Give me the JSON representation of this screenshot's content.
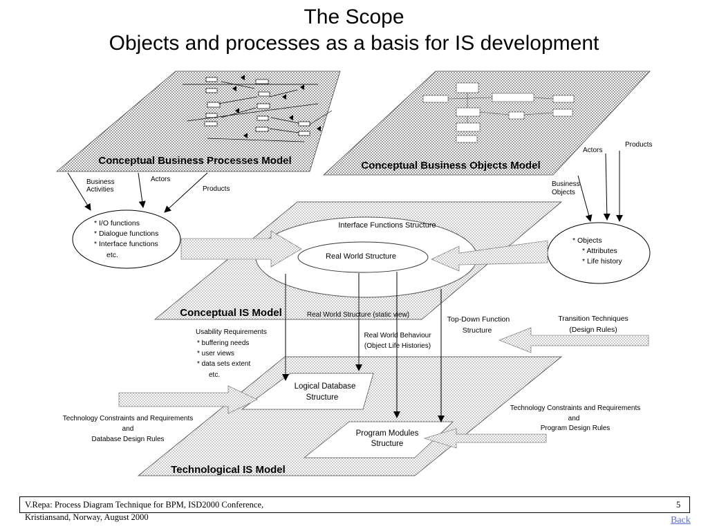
{
  "title": {
    "line1": "The Scope",
    "line2": "Objects and processes as a basis for IS development"
  },
  "planes": {
    "processes": "Conceptual Business Processes Model",
    "objects": "Conceptual Business Objects Model",
    "conceptual_is": "Conceptual IS Model",
    "technological_is": "Technological IS Model"
  },
  "labels": {
    "business_activities": [
      "Business",
      "Activities"
    ],
    "actors_left": "Actors",
    "products_left": "Products",
    "actors_right": "Actors",
    "products_right": "Products",
    "business_objects": [
      "Business",
      "Objects"
    ],
    "left_bubble": [
      "* I/O functions",
      "* Dialogue functions",
      "* Interface functions",
      "etc."
    ],
    "right_bubble": [
      "* Objects",
      "* Attributes",
      "* Life history"
    ],
    "interface_functions": "Interface Functions Structure",
    "real_world_structure": "Real World Structure",
    "real_world_static": "Real World Structure   (static view)",
    "top_down": [
      "Top-Down Function",
      "Structure"
    ],
    "transition": [
      "Transition Techniques",
      "(Design Rules)"
    ],
    "usability": [
      "Usability Requirements",
      "* buffering needs",
      "* user views",
      "* data sets extent",
      "etc."
    ],
    "real_world_behaviour": [
      "Real World Behaviour",
      "(Object Life Histories)"
    ],
    "logical_db": [
      "Logical Database",
      "Structure"
    ],
    "program_modules": [
      "Program Modules",
      "Structure"
    ],
    "tech_left": [
      "Technology Constraints and Requirements",
      "and",
      "Database Design Rules"
    ],
    "tech_right": [
      "Technology Constraints and Requirements",
      "and",
      "Program Design Rules"
    ]
  },
  "footer": {
    "line1": "V.Repa: Process Diagram Technique for BPM, ISD2000 Conference,",
    "line2": "Kristiansand, Norway, August 2000",
    "page": "5",
    "back": "Back"
  }
}
